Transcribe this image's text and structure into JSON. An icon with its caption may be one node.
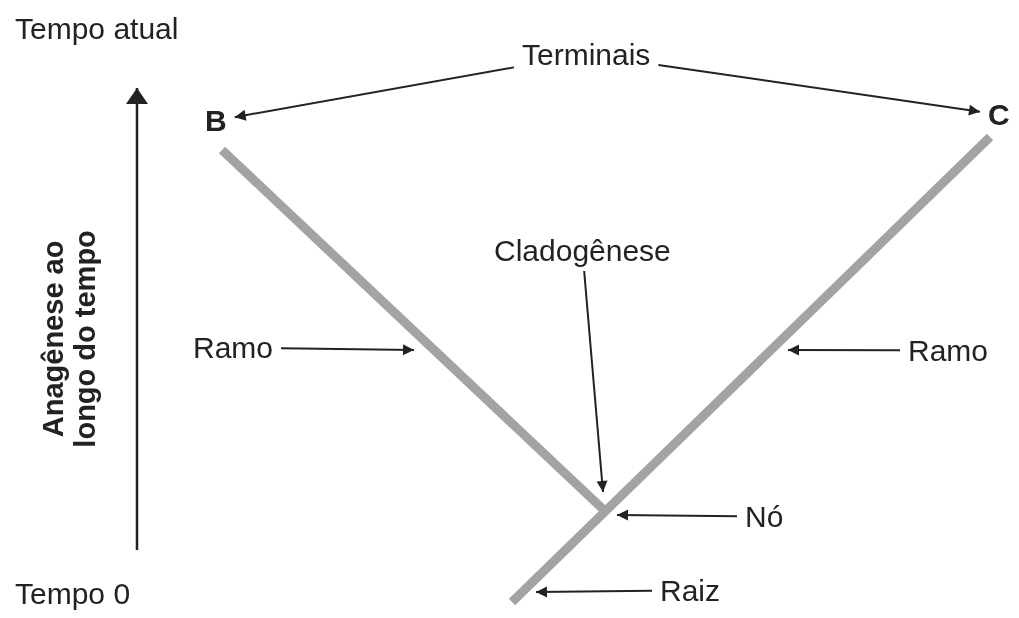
{
  "diagram": {
    "nodes": [
      {
        "text": [
          "Terminais"
        ]
      },
      {
        "text": [
          "B"
        ]
      },
      {
        "text": [
          "C"
        ]
      },
      {
        "text": [
          "Cladogênese"
        ]
      },
      {
        "text": [
          "Ramo"
        ]
      },
      {
        "text": [
          "Ramo"
        ]
      },
      {
        "text": [
          "Nó"
        ]
      },
      {
        "text": [
          "Raiz"
        ]
      }
    ],
    "edges": [
      {
        "from": 0,
        "to": 1,
        "arrow": "to"
      },
      {
        "from": 0,
        "to": 2,
        "arrow": "to"
      },
      {
        "from": 3,
        "to": null,
        "arrow": "to"
      },
      {
        "from": 4,
        "to": null,
        "arrow": "to"
      },
      {
        "from": 5,
        "to": null,
        "arrow": "to"
      },
      {
        "from": 6,
        "to": null,
        "arrow": "to"
      },
      {
        "from": 7,
        "to": null,
        "arrow": "to"
      }
    ],
    "labels": [
      "Tempo atual",
      "Anagênese ao longo do tempo",
      "Tempo 0"
    ]
  }
}
